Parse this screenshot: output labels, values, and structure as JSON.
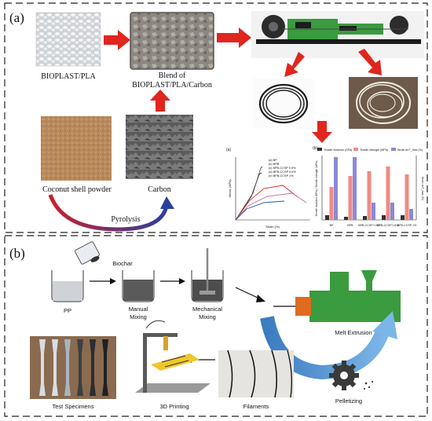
{
  "panel_a": {
    "label": "(a)",
    "bioplast_label": "BIOPLAST/PLA",
    "blend_label_line1": "Blend of",
    "blend_label_line2": "BIOPLAST/PLA/Carbon",
    "coconut_label": "Coconut shell powder",
    "carbon_label": "Carbon",
    "pyrolysis_label": "Pyrolysis",
    "inset_chart_left": {
      "label": "(a)",
      "xlabel": "Strain (%)",
      "ylabel": "Stress (MPa)",
      "legend": [
        "(a) BP",
        "(b) BPB",
        "(c) BPB-CCSP 0.5%",
        "(d) BPB-CCSP 0.6%",
        "(e) BPB-CCSP 1%"
      ]
    },
    "inset_chart_right": {
      "label": "(b)",
      "legend": [
        "Tensile modulus (GPa)",
        "Tensile strength (MPa)",
        "Strain at F_max (%)"
      ],
      "categories": [
        "BP",
        "BPB",
        "BPB-CCSP 0.5%",
        "BPB-CCSP 0.6%",
        "BPB-CCSP 1%"
      ],
      "ylabel_left": "Tensile modulus (GPa) / Tensile strength (MPa)",
      "ylabel_right": "Strain at F_max (%)"
    }
  },
  "panel_b": {
    "label": "(b)",
    "biochar_label": "Biochar",
    "pp_label": "PP",
    "manual_label_line1": "Manual",
    "manual_label_line2": "Mixing",
    "mechanical_label_line1": "Mechanical",
    "mechanical_label_line2": "Mixing",
    "melt_label": "Melt Extrusion",
    "filaments_label": "Filaments",
    "pelletizing_label": "Pelletizing",
    "printing_label": "3D Printing",
    "specimens_label": "Test Specimens"
  },
  "colors": {
    "arrow_red": "#e0261e",
    "extruder_green": "#3a9b3f",
    "sweep_blue": "#4a8fd0"
  }
}
